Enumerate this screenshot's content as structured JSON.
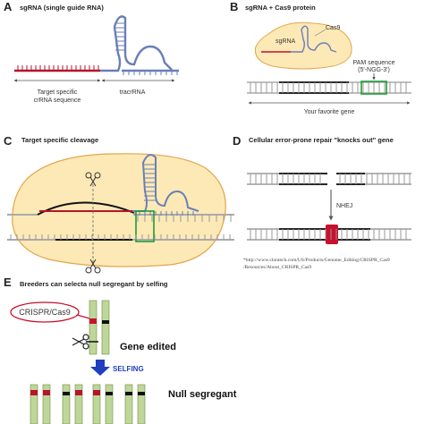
{
  "colors": {
    "red": "#b5152b",
    "blue": "#6a7fb7",
    "green": "#1e9c3a",
    "cell": "#fde9b6",
    "cell_border": "#e2a64a",
    "chrom": "#bfd69a",
    "arrow_blue": "#1f3fbf",
    "nhej_red": "#c8102e"
  },
  "panels": {
    "A": {
      "letter": "A",
      "title": "sgRNA (single guide RNA)",
      "label_crrna": "Target specific\ncrRNA sequence",
      "label_tracrrna": "tracrRNA"
    },
    "B": {
      "letter": "B",
      "title": "sgRNA + Cas9 protein",
      "label_cas9": "Cas9",
      "label_sgrna": "sgRNA",
      "label_pam": "PAM sequence\n(5'-NGG-3')",
      "label_gene": "Your favorite gene"
    },
    "C": {
      "letter": "C",
      "title": "Target specific cleavage"
    },
    "D": {
      "letter": "D",
      "title": "Cellular error-prone repair \"knocks out\" gene",
      "label_nhej": "NHEJ",
      "reference": "*http://www.clontech.com/US/Products/Genome_Editing/CRISPR_Cas9\n/Resources/About_CRISPR_Cas9"
    },
    "E": {
      "letter": "E",
      "title": "Breeders can selecta null segregant by selfing",
      "label_crispr": "CRISPR/Cas9",
      "label_gene_edited": "Gene edited",
      "label_selfing": "SELFING",
      "label_null": "Null segregant"
    }
  },
  "icons": {
    "scissors": "scissors-icon",
    "arrow": "arrow-down-icon"
  }
}
